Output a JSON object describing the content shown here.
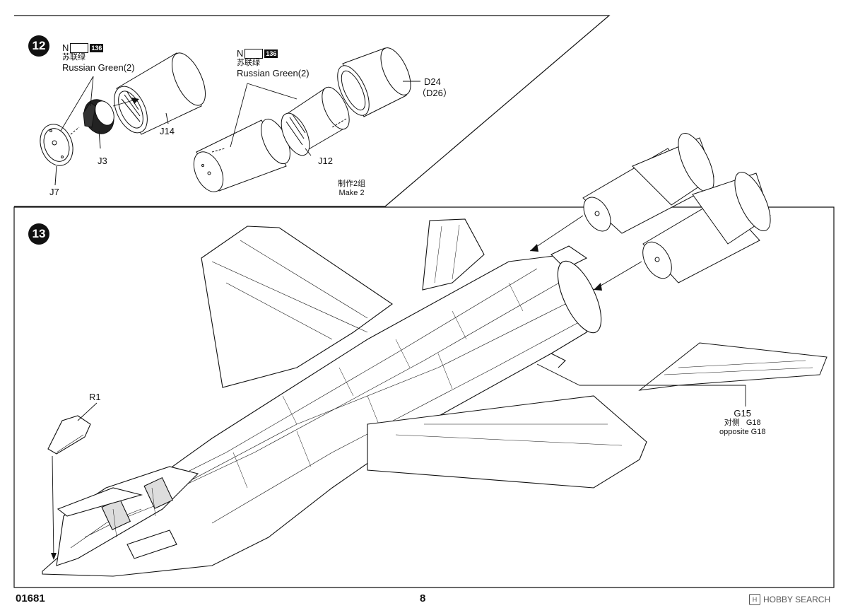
{
  "step12": {
    "number": "12",
    "paint_a": {
      "code": "N",
      "num": "136",
      "name_cn": "苏联绿",
      "name_en": "Russian Green(2)"
    },
    "paint_b": {
      "code": "N",
      "num": "136",
      "name_cn": "苏联绿",
      "name_en": "Russian Green(2)"
    },
    "parts": {
      "j14": "J14",
      "j3": "J3",
      "j7": "J7",
      "j12": "J12",
      "d24": "D24",
      "d26": "（D26）"
    },
    "note_cn": "制作2组",
    "note_en": "Make 2"
  },
  "step13": {
    "number": "13",
    "parts": {
      "r1": "R1",
      "g15": "G15"
    },
    "g15_note_cn": "对侧",
    "g15_note_part": "G18",
    "g15_note_en": "opposite G18"
  },
  "footer": {
    "code": "01681",
    "page": "8"
  },
  "watermark": {
    "text": "HOBBY SEARCH",
    "mark": "H"
  }
}
